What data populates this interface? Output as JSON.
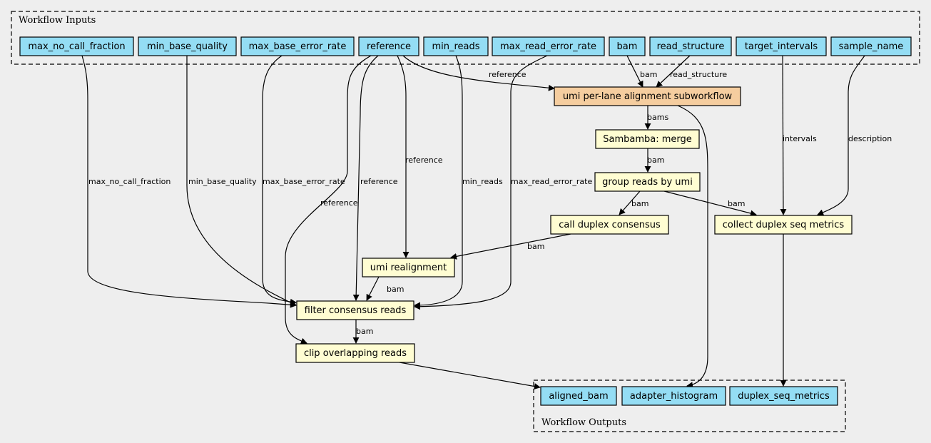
{
  "colors": {
    "background": "#eeeeee",
    "io_node": "#94ddf4",
    "task_node": "#fffdd2",
    "subworkflow_node": "#f5cd9f",
    "stroke": "#000000"
  },
  "clusters": {
    "inputs": "Workflow Inputs",
    "outputs": "Workflow Outputs"
  },
  "nodes": {
    "max_no_call_fraction": "max_no_call_fraction",
    "min_base_quality": "min_base_quality",
    "max_base_error_rate": "max_base_error_rate",
    "reference": "reference",
    "min_reads": "min_reads",
    "max_read_error_rate": "max_read_error_rate",
    "bam": "bam",
    "read_structure": "read_structure",
    "target_intervals": "target_intervals",
    "sample_name": "sample_name",
    "umi_subworkflow": "umi per-lane alignment subworkflow",
    "sambamba_merge": "Sambamba: merge",
    "group_reads": "group reads by umi",
    "call_duplex": "call duplex consensus",
    "collect_metrics": "collect duplex seq metrics",
    "umi_realignment": "umi realignment",
    "filter_consensus": "filter consensus reads",
    "clip_overlapping": "clip overlapping reads",
    "aligned_bam": "aligned_bam",
    "adapter_histogram": "adapter_histogram",
    "duplex_seq_metrics": "duplex_seq_metrics"
  },
  "edge_labels": {
    "ref_to_subwf": "reference",
    "bam_to_subwf": "bam",
    "rs_to_subwf": "read_structure",
    "subwf_to_merge": "bams",
    "merge_to_group": "bam",
    "group_to_call": "bam",
    "group_to_collect": "bam",
    "intervals_to_collect": "intervals",
    "name_to_collect": "description",
    "call_to_realign": "bam",
    "ref_to_realign": "reference",
    "realign_to_filter": "bam",
    "mnc_to_filter": "max_no_call_fraction",
    "mbq_to_filter": "min_base_quality",
    "mber_to_filter": "max_base_error_rate",
    "ref_to_filter": "reference",
    "ref_to_clip": "reference",
    "mr_to_filter": "min_reads",
    "mrer_to_filter": "max_read_error_rate",
    "filter_to_clip": "bam"
  }
}
